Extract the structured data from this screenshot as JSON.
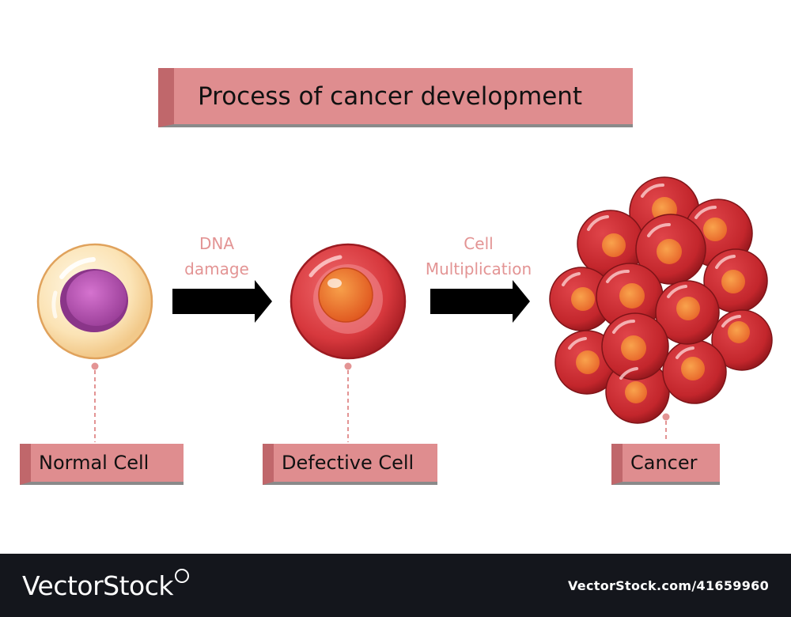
{
  "diagram": {
    "title": "Process of cancer development",
    "steps": [
      {
        "text_line1": "DNA",
        "text_line2": "damage"
      },
      {
        "text_line1": "Cell",
        "text_line2": "Multiplication"
      }
    ],
    "stages": [
      {
        "label": "Normal Cell",
        "icon": "normal-cell-icon"
      },
      {
        "label": "Defective Cell",
        "icon": "defective-cell-icon"
      },
      {
        "label": "Cancer",
        "icon": "cancer-tumor-icon"
      }
    ],
    "colors": {
      "label_fill": "#df8d8f",
      "label_accent": "#c0676b",
      "step_text": "#e39494",
      "arrow": "#000000",
      "cancer_red": "#c8282c",
      "nucleus_orange": "#e8672a",
      "normal_nucleus": "#b559b3"
    }
  },
  "footer": {
    "brand": "VectorStock",
    "stock_id": "VectorStock.com/41659960"
  }
}
